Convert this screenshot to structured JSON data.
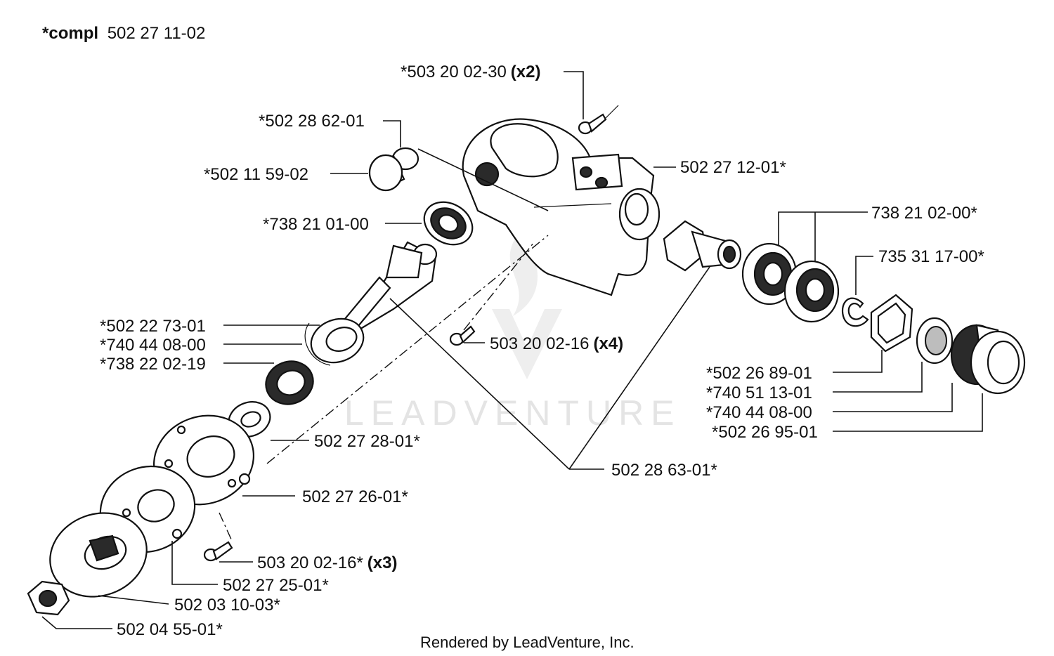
{
  "header": {
    "prefix": "*compl",
    "number": "502 27 11-02"
  },
  "watermark": "LEADVENTURE",
  "footer": "Rendered by LeadVenture, Inc.",
  "labels": [
    {
      "id": "screw-top",
      "text": "*503 20 02-30",
      "qty": "(x2)"
    },
    {
      "id": "plug-a",
      "text": "*502 28 62-01",
      "qty": ""
    },
    {
      "id": "plug-b",
      "text": "*502 11 59-02",
      "qty": ""
    },
    {
      "id": "housing",
      "text": "502 27 12-01*",
      "qty": ""
    },
    {
      "id": "bearing-upper",
      "text": "*738 21 01-00",
      "qty": ""
    },
    {
      "id": "bearings-right",
      "text": "738 21 02-00*",
      "qty": ""
    },
    {
      "id": "circlip",
      "text": "735 31 17-00*",
      "qty": ""
    },
    {
      "id": "spacer",
      "text": "*502 22 73-01",
      "qty": ""
    },
    {
      "id": "ring-left",
      "text": "*740 44 08-00",
      "qty": ""
    },
    {
      "id": "bearing-lower",
      "text": "*738 22 02-19",
      "qty": ""
    },
    {
      "id": "screw-mid",
      "text": "503 20 02-16",
      "qty": "(x4)"
    },
    {
      "id": "nut-hex",
      "text": "*502 26 89-01",
      "qty": ""
    },
    {
      "id": "seal",
      "text": "*740 51 13-01",
      "qty": ""
    },
    {
      "id": "ring-right",
      "text": "*740 44 08-00",
      "qty": ""
    },
    {
      "id": "sleeve",
      "text": "*502 26 95-01",
      "qty": ""
    },
    {
      "id": "washer",
      "text": "502 27 28-01*",
      "qty": ""
    },
    {
      "id": "gear-set",
      "text": "502 28 63-01*",
      "qty": ""
    },
    {
      "id": "flange-cover",
      "text": "502 27 26-01*",
      "qty": ""
    },
    {
      "id": "screw-low",
      "text": "503 20 02-16*",
      "qty": "(x3)"
    },
    {
      "id": "drive-disc",
      "text": "502 27 25-01*",
      "qty": ""
    },
    {
      "id": "support-cup",
      "text": "502 03 10-03*",
      "qty": ""
    },
    {
      "id": "nut",
      "text": "502 04 55-01*",
      "qty": ""
    }
  ]
}
